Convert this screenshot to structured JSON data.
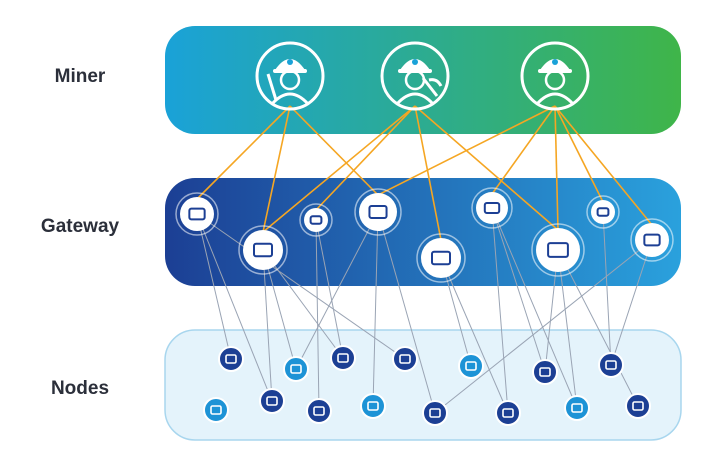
{
  "layers": [
    {
      "id": "miner",
      "label": "Miner"
    },
    {
      "id": "gateway",
      "label": "Gateway"
    },
    {
      "id": "nodes",
      "label": "Nodes"
    }
  ],
  "colors": {
    "miner_start": "#1aa2d8",
    "miner_end": "#3fb549",
    "gateway_start": "#1c3f94",
    "gateway_end": "#2aa1dd",
    "nodes_band": "#e4f3fb",
    "nodes_border": "#a8d6ee",
    "miner_link": "#f5a623",
    "node_link": "#9aa4b4",
    "node_fill": "#1c3f94",
    "node_fill_light": "#1d93d6"
  },
  "miners": [
    {
      "icon": "miner-with-shovel-icon"
    },
    {
      "icon": "miner-with-pickaxe-icon"
    },
    {
      "icon": "miner-with-helmet-icon"
    }
  ],
  "gateways": [
    {
      "icon": "wifi-router-icon"
    },
    {
      "icon": "network-switch-icon"
    },
    {
      "icon": "sim-card-icon"
    },
    {
      "icon": "laptop-icon"
    },
    {
      "icon": "smartphone-icon"
    },
    {
      "icon": "network-hub-icon"
    },
    {
      "icon": "desktop-monitor-icon"
    },
    {
      "icon": "chip-icon"
    },
    {
      "icon": "tablet-icon"
    }
  ],
  "nodes": [
    {
      "icon": "radio-device-icon"
    },
    {
      "icon": "refrigerator-icon"
    },
    {
      "icon": "television-icon"
    },
    {
      "icon": "printer-icon"
    },
    {
      "icon": "router-device-icon"
    },
    {
      "icon": "tablet-sensor-icon"
    },
    {
      "icon": "security-camera-icon"
    },
    {
      "icon": "camera-icon"
    },
    {
      "icon": "lightbulb-icon"
    },
    {
      "icon": "power-socket-icon"
    },
    {
      "icon": "smartwatch-icon"
    },
    {
      "icon": "air-conditioner-icon"
    },
    {
      "icon": "door-lock-icon"
    },
    {
      "icon": "pen-icon"
    },
    {
      "icon": "thermometer-icon"
    }
  ],
  "miner_links": [
    [
      0,
      0
    ],
    [
      0,
      1
    ],
    [
      0,
      3
    ],
    [
      1,
      1
    ],
    [
      1,
      2
    ],
    [
      1,
      4
    ],
    [
      1,
      6
    ],
    [
      2,
      3
    ],
    [
      2,
      5
    ],
    [
      2,
      6
    ],
    [
      2,
      7
    ],
    [
      2,
      8
    ]
  ],
  "gateway_links": [
    [
      0,
      0
    ],
    [
      0,
      3
    ],
    [
      0,
      8
    ],
    [
      1,
      1
    ],
    [
      1,
      8
    ],
    [
      1,
      2
    ],
    [
      2,
      2
    ],
    [
      2,
      9
    ],
    [
      3,
      1
    ],
    [
      3,
      10
    ],
    [
      4,
      4
    ],
    [
      4,
      12
    ],
    [
      5,
      5
    ],
    [
      5,
      13
    ],
    [
      6,
      5
    ],
    [
      6,
      13
    ],
    [
      6,
      14
    ],
    [
      7,
      6
    ],
    [
      8,
      6
    ],
    [
      8,
      11
    ],
    [
      3,
      11
    ],
    [
      5,
      12
    ]
  ]
}
